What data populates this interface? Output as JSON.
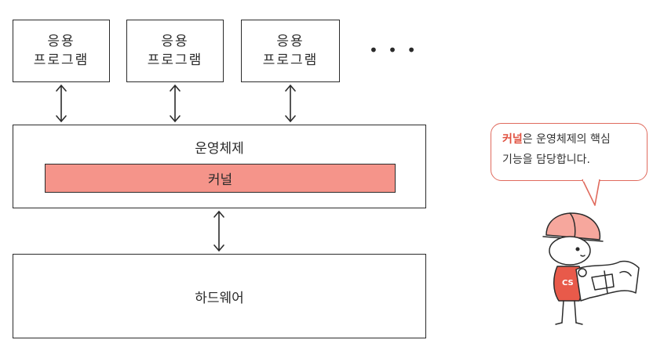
{
  "apps": [
    {
      "line1": "응용",
      "line2": "프로그램"
    },
    {
      "line1": "응용",
      "line2": "프로그램"
    },
    {
      "line1": "응용",
      "line2": "프로그램"
    }
  ],
  "ellipsis": "• • •",
  "os": {
    "label": "운영체제",
    "kernel_label": "커널"
  },
  "hardware": {
    "label": "하드웨어"
  },
  "bubble": {
    "highlight": "커널",
    "line1_rest": "은 운영체제의 핵심",
    "line2": "기능을 담당합니다."
  },
  "character": {
    "shirt_logo": "CS"
  },
  "colors": {
    "kernel_fill": "#f5948a",
    "accent": "#e0503f",
    "bubble_border": "#e06b5e"
  }
}
